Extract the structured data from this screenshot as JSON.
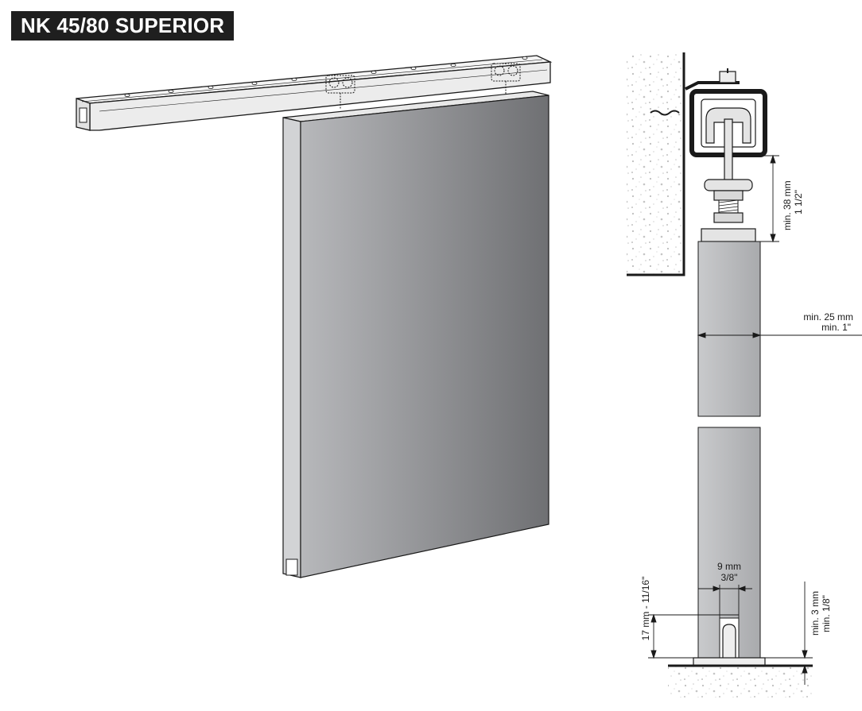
{
  "title": "NK 45/80 SUPERIOR",
  "colors": {
    "title_bg": "#1f1f1f",
    "title_text": "#ffffff",
    "door_light": "#b7b8bb",
    "door_dark": "#6f7073",
    "door_edge": "#cfd0d2",
    "line": "#1a1a1a"
  },
  "dimensions": {
    "hanger_gap": {
      "metric": "min. 38 mm",
      "imperial": "1 1/2\""
    },
    "door_thickness": {
      "metric": "min. 25 mm",
      "imperial": "min. 1\""
    },
    "groove_width": {
      "metric": "9 mm",
      "imperial": "3/8\""
    },
    "groove_depth": {
      "label": "17 mm - 11/16\""
    },
    "floor_gap": {
      "metric": "min. 3 mm",
      "imperial": "min. 1/8\""
    }
  }
}
